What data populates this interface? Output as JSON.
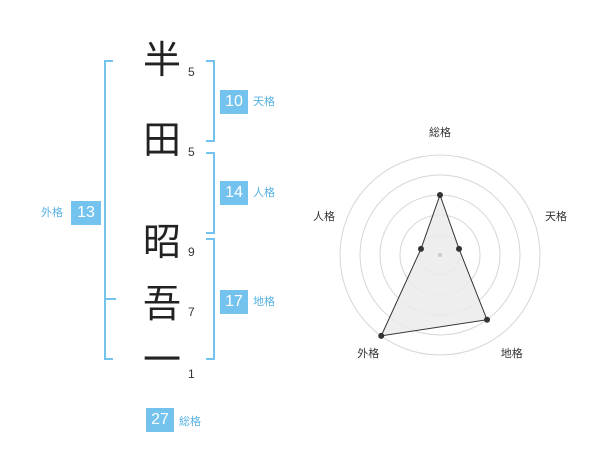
{
  "name": {
    "chars": [
      {
        "char": "半",
        "strokes": "5"
      },
      {
        "char": "田",
        "strokes": "5"
      },
      {
        "char": "昭",
        "strokes": "9"
      },
      {
        "char": "吾",
        "strokes": "7"
      },
      {
        "char": "一",
        "strokes": "1"
      }
    ]
  },
  "fortune": {
    "tenkaku": {
      "value": "10",
      "label": "天格"
    },
    "jinkaku": {
      "value": "14",
      "label": "人格"
    },
    "chikaku": {
      "value": "17",
      "label": "地格"
    },
    "gaikaku": {
      "value": "13",
      "label": "外格"
    },
    "soukaku": {
      "value": "27",
      "label": "総格"
    }
  },
  "colors": {
    "accent": "#74c2ee",
    "accent_text": "#56b1e4",
    "text": "#333333"
  },
  "chart_data": {
    "type": "radar",
    "axes": [
      "総格",
      "天格",
      "地格",
      "外格",
      "人格"
    ],
    "values": [
      3,
      1,
      4,
      5,
      1
    ],
    "range": [
      0,
      5
    ],
    "rings": 5
  }
}
